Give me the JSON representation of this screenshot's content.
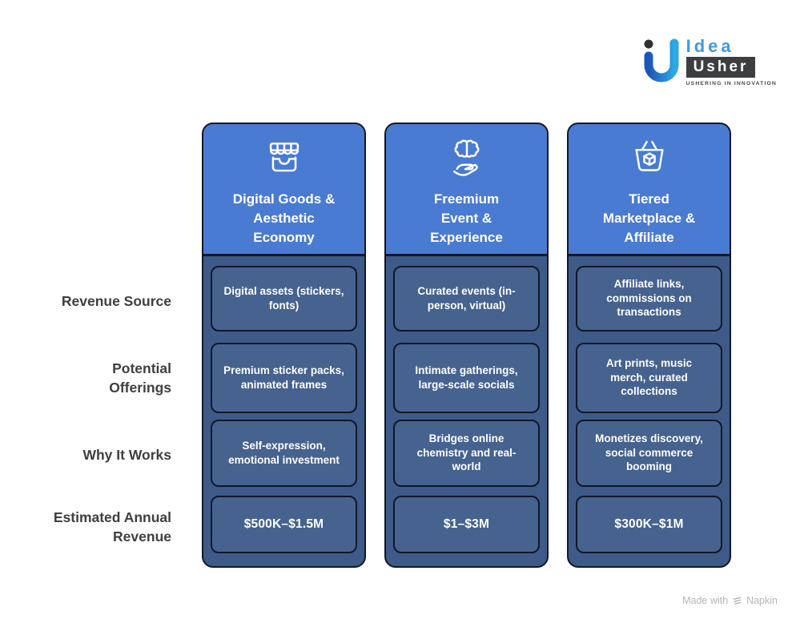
{
  "logo": {
    "brand_top": "Idea",
    "brand_bottom": "Usher",
    "tagline": "USHERING IN INNOVATION"
  },
  "rows": [
    {
      "label_lines": [
        "Revenue Source"
      ]
    },
    {
      "label_lines": [
        "Potential",
        "Offerings"
      ]
    },
    {
      "label_lines": [
        "Why It Works"
      ]
    },
    {
      "label_lines": [
        "Estimated Annual",
        "Revenue"
      ]
    }
  ],
  "columns": [
    {
      "icon": "storefront-icon",
      "title_lines": [
        "Digital Goods &",
        "Aesthetic",
        "Economy"
      ],
      "cells": [
        "Digital assets (stickers, fonts)",
        "Premium sticker packs, animated frames",
        "Self-expression, emotional investment",
        "$500K–$1.5M"
      ]
    },
    {
      "icon": "brain-hand-icon",
      "title_lines": [
        "Freemium",
        "Event &",
        "Experience"
      ],
      "cells": [
        "Curated events (in-person, virtual)",
        "Intimate gatherings, large-scale socials",
        "Bridges online chemistry and real-world",
        "$1–$3M"
      ]
    },
    {
      "icon": "basket-cube-icon",
      "title_lines": [
        "Tiered",
        "Marketplace &",
        "Affiliate"
      ],
      "cells": [
        "Affiliate links, commissions on transactions",
        "Art prints, music merch, curated collections",
        "Monetizes discovery, social commerce booming",
        "$300K–$1M"
      ]
    }
  ],
  "footer": {
    "made_with": "Made with",
    "brand": "Napkin"
  },
  "colors": {
    "header_blue": "#4a7bd2",
    "body_blue": "#3e5a89",
    "cell_blue": "#46628f",
    "border_dark": "#101828",
    "label_gray": "#3f3f3f",
    "logo_blue": "#3f9bdb",
    "logo_dark": "#3c3e40",
    "credit_gray": "#b3b6b8"
  }
}
